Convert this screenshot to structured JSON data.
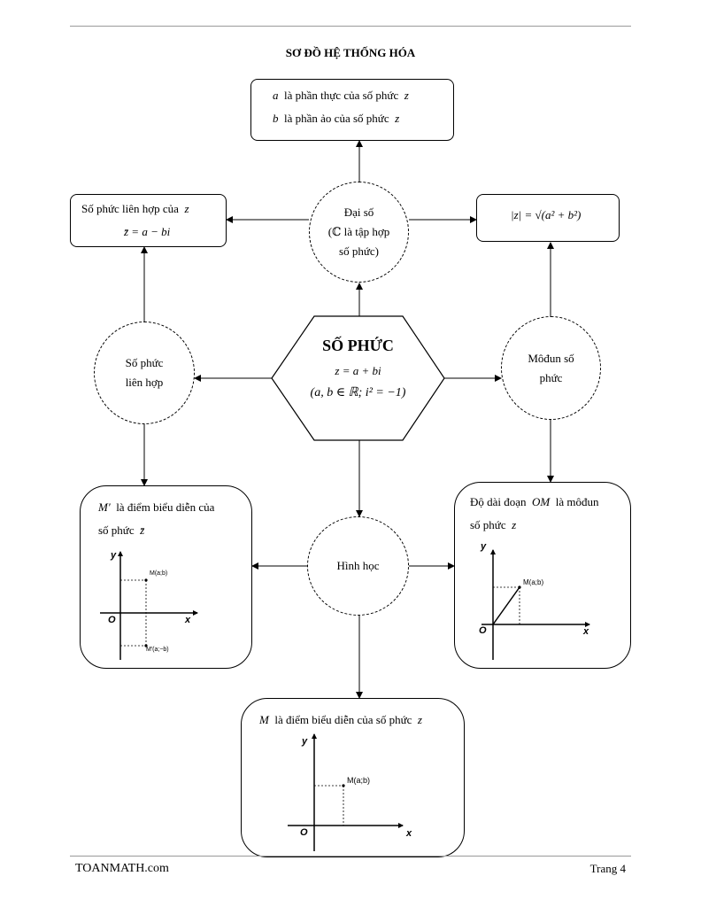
{
  "header": {
    "title": "SƠ ĐỒ HỆ THỐNG HÓA"
  },
  "center": {
    "title": "SỐ PHỨC",
    "formula": "z = a + bi",
    "condition": "(a, b ∈ ℝ; i² = −1)"
  },
  "algebra": {
    "line1": "Đại số",
    "line2": "(ℂ là tập hợp",
    "line3": "số phức)"
  },
  "parts": {
    "line1_var": "a",
    "line1_text": "là phần thực của số phức",
    "line1_z": "z",
    "line2_var": "b",
    "line2_text": "là phần ảo của số phức",
    "line2_z": "z"
  },
  "conjugate_def": {
    "text": "Số phức liên hợp của",
    "z": "z",
    "formula": "z̄ = a − bi"
  },
  "modulus_def": {
    "formula": "|z| = √(a² + b²)"
  },
  "conjugate_node": {
    "line1": "Số phức",
    "line2": "liên hợp"
  },
  "modulus_node": {
    "line1": "Môđun số",
    "line2": "phức"
  },
  "geometry_node": {
    "label": "Hình học"
  },
  "conj_point": {
    "var": "M′",
    "text": "là điểm biểu diễn của",
    "line2": "số phức",
    "zbar": "z̄",
    "axis_y": "y",
    "axis_x": "x",
    "origin": "O",
    "label_m": "M(a;b)",
    "label_mprime": "M′(a;−b)"
  },
  "modulus_point": {
    "text1": "Độ dài đoạn",
    "om": "OM",
    "text2": "là môđun",
    "line2": "số phức",
    "z": "z",
    "axis_y": "y",
    "axis_x": "x",
    "origin": "O",
    "label_m": "M(a;b)"
  },
  "geo_point": {
    "var": "M",
    "text": "là điểm biểu diễn của số phức",
    "z": "z",
    "axis_y": "y",
    "axis_x": "x",
    "origin": "O",
    "label_m": "M(a;b)"
  },
  "footer": {
    "site": "TOANMATH.com",
    "page": "Trang 4"
  }
}
